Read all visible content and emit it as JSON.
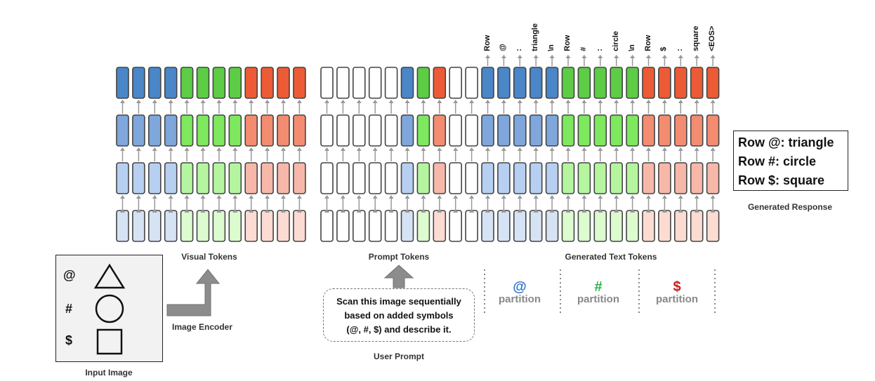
{
  "labels": {
    "visual_tokens": "Visual Tokens",
    "prompt_tokens": "Prompt Tokens",
    "generated_text_tokens": "Generated Text Tokens",
    "generated_response": "Generated Response",
    "image_encoder": "Image Encoder",
    "input_image": "Input Image",
    "user_prompt": "User Prompt"
  },
  "input_image": {
    "symbols": [
      "@",
      "#",
      "$"
    ],
    "shapes": [
      "triangle-icon",
      "circle-icon",
      "square-icon"
    ]
  },
  "user_prompt": {
    "lines": [
      "Scan this image sequentially",
      "based on added symbols",
      "(@, #, $) and describe it."
    ]
  },
  "response": {
    "lines": [
      "Row @: triangle",
      "Row #: circle",
      "Row $: square"
    ]
  },
  "partitions": [
    {
      "symbol": "@",
      "word": "partition",
      "color": "#2e75c8"
    },
    {
      "symbol": "#",
      "word": "partition",
      "color": "#2bb24c"
    },
    {
      "symbol": "$",
      "word": "partition",
      "color": "#c81e1e"
    }
  ],
  "output_tokens": [
    "Row",
    "@",
    ":",
    "triangle",
    "\\n",
    "Row",
    "#",
    ":",
    "circle",
    "\\n",
    "Row",
    "$",
    ":",
    "square",
    "<EOS>"
  ],
  "colors": {
    "blue": [
      "#d5e3f5",
      "#b7cff0",
      "#7fa7db",
      "#4a86c8"
    ],
    "green": [
      "#dcfbcf",
      "#b6f5a0",
      "#7ee85f",
      "#5ccd45"
    ],
    "red": [
      "#fcdcd2",
      "#f7b8aa",
      "#f38c70",
      "#ec5b36"
    ],
    "arrow": "#999999",
    "outline": "#444444"
  },
  "token_columns": {
    "visual": [
      "blue",
      "blue",
      "blue",
      "blue",
      "green",
      "green",
      "green",
      "green",
      "red",
      "red",
      "red",
      "red"
    ],
    "prompt": [
      "white",
      "white",
      "white",
      "white",
      "white",
      "blue",
      "green",
      "red",
      "white",
      "white"
    ],
    "generated": [
      "blue",
      "blue",
      "blue",
      "blue",
      "blue",
      "green",
      "green",
      "green",
      "green",
      "green",
      "red",
      "red",
      "red",
      "red",
      "red"
    ]
  }
}
